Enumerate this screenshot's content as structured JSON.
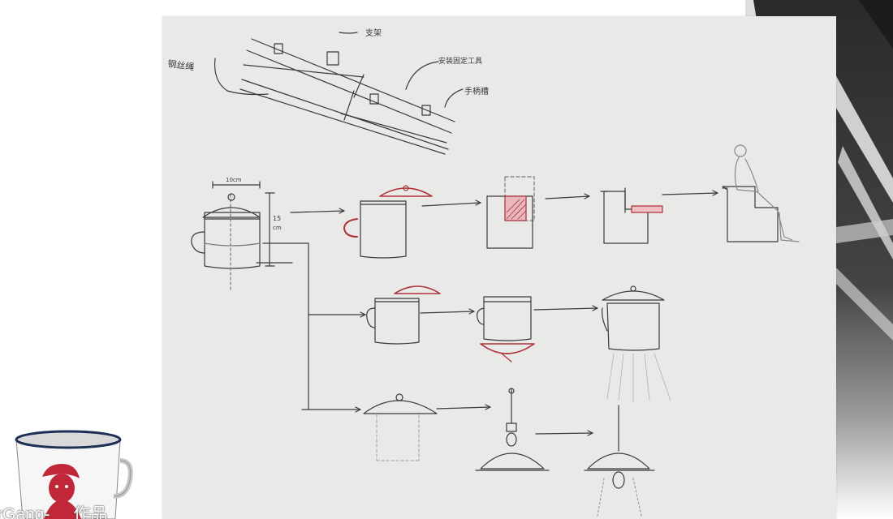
{
  "annotations": {
    "left_label": "钢丝绳",
    "top_label": "支架",
    "middle_label": "安装固定工具",
    "right_label": "手柄槽",
    "width_dim": "10cm",
    "height_dim": "15",
    "height_unit": "cm"
  },
  "watermark": {
    "text": "rGang-     作品"
  },
  "colors": {
    "paper": "#e9e9e7",
    "pencil": "#3a3a3a",
    "red_accent": "#b0303a"
  }
}
